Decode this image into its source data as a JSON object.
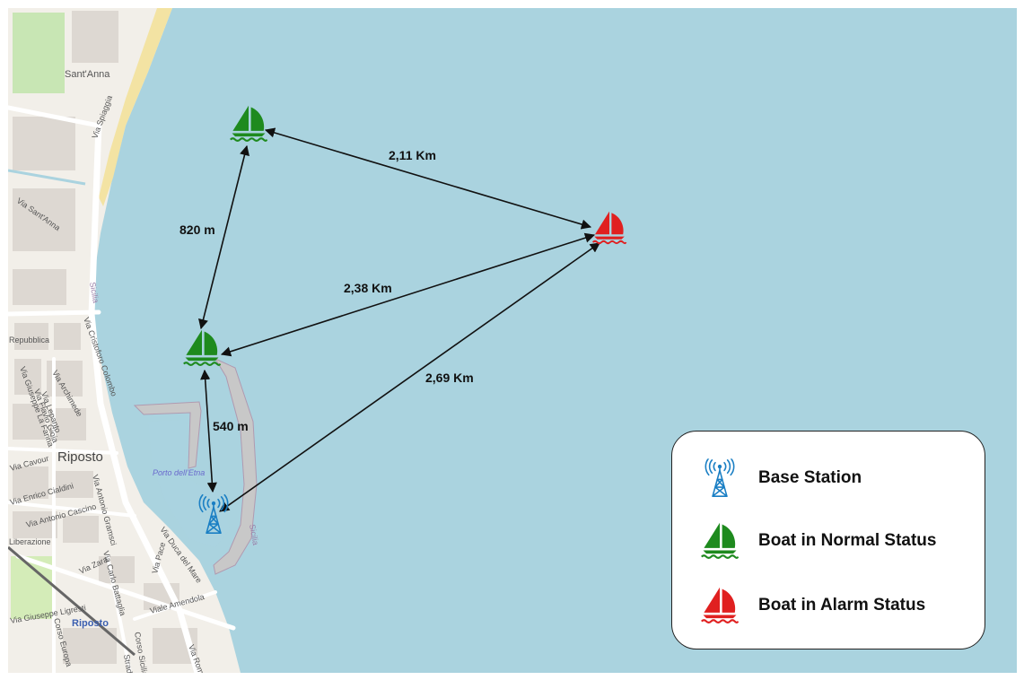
{
  "colors": {
    "sea": "#aad3df",
    "land": "#f2efe9",
    "beach": "#f3e3a3",
    "normal_boat": "#1e8a1e",
    "alarm_boat": "#e02020",
    "tower": "#1a7fc4",
    "arrow": "#111111"
  },
  "distances": {
    "top_to_alarm": "2,11 Km",
    "top_to_middle": "820 m",
    "middle_to_alarm": "2,38 Km",
    "base_to_alarm": "2,69 Km",
    "middle_to_base": "540 m"
  },
  "map_labels": {
    "town": "Riposto",
    "sant_anna": "Sant'Anna",
    "via_spiaggia": "Via Spiaggia",
    "via_santanna": "Via Sant'Anna",
    "repubblica": "Repubblica",
    "via_cristoforo_colombo": "Via Cristoforo Colombo",
    "via_archimede": "Via Archimede",
    "via_giuseppe_la_farina": "Via Giuseppe La Farina",
    "via_flavio_gioia": "Via Flavio Gioia",
    "via_lepanto": "Via Lepanto",
    "via_cavour": "Via Cavour",
    "via_antonio_gramsci": "Via Antonio Gramsci",
    "via_enrico_cialdini": "Via Enrico Cialdini",
    "via_antonio_cascino": "Via Antonio Cascino",
    "porto": "Porto dell'Etna",
    "via_duca_del_mare": "Via Duca del Mare",
    "via_zara": "Via Zara",
    "via_pace": "Via Pace",
    "via_carlo_battaglia": "Via Carlo Battaglia",
    "viale_amendola": "Viale Amendola",
    "via_giuseppe_ligresti": "Via Giuseppe Ligresti",
    "corso_europa": "Corso Europa",
    "riposto_station": "Riposto",
    "sicilia": "Sicilia",
    "via_roma": "Via Roma",
    "corso_sicilia": "Corso Sicilia",
    "strada": "Strada",
    "liberazione": "Liberazione"
  },
  "legend": {
    "items": [
      {
        "icon": "base-station-icon",
        "label": "Base Station"
      },
      {
        "icon": "green-boat-icon",
        "label": "Boat in Normal Status"
      },
      {
        "icon": "red-boat-icon",
        "label": "Boat in Alarm Status"
      }
    ]
  }
}
